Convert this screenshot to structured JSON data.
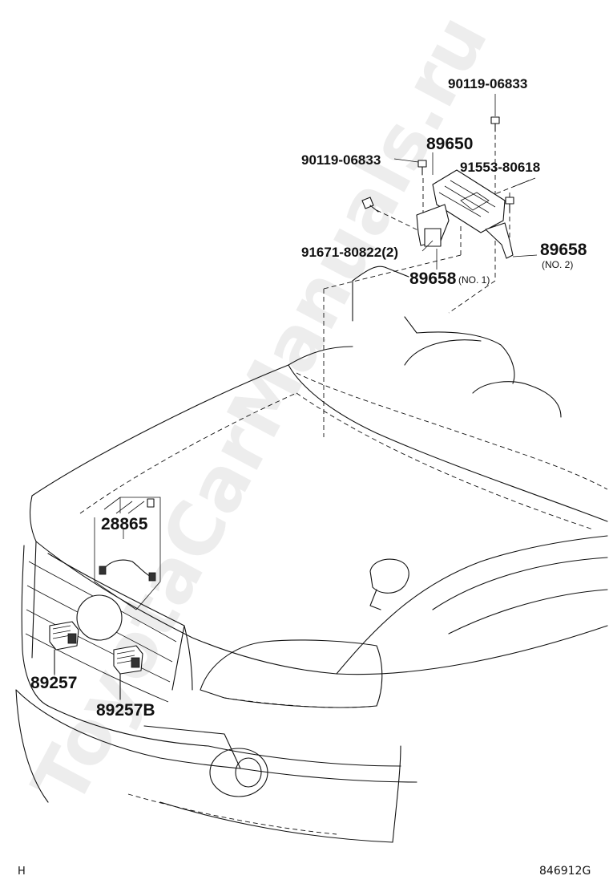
{
  "diagram": {
    "labels": {
      "bolt_top": "90119-06833",
      "sensor": "89650",
      "bolt_left": "90119-06833",
      "screw_right": "91553-80618",
      "bolt_bracket": "91671-80822(2)",
      "bracket_no2": "89658",
      "bracket_no2_note": "(NO. 2)",
      "bracket_no1": "89658",
      "bracket_no1_note": "(NO. 1)",
      "harness": "28865",
      "sensor_front_a": "89257",
      "sensor_front_b": "89257B"
    },
    "footer": {
      "left_code": "H",
      "figure_id": "846912G"
    },
    "watermark": "ToyotaCarManuals.ru"
  }
}
